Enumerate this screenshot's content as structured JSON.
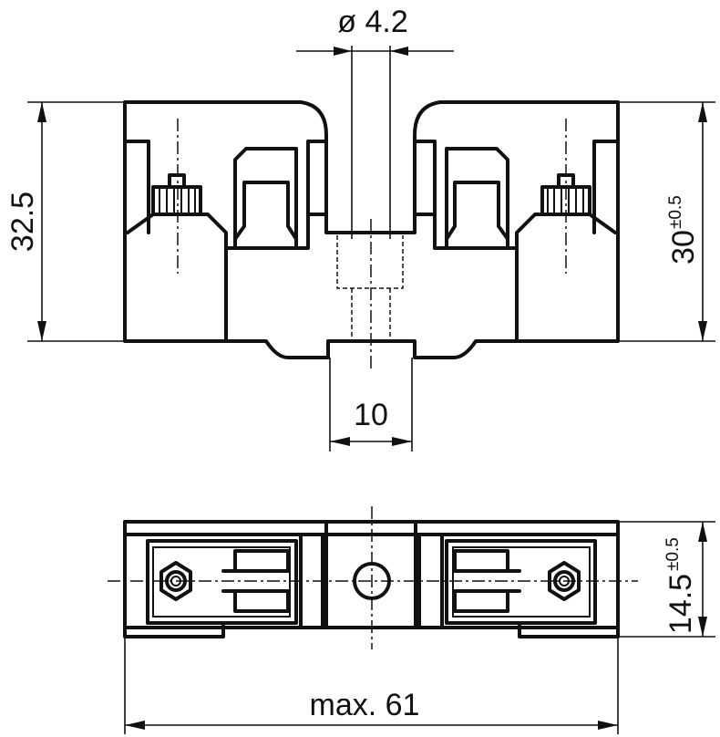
{
  "dimensions": {
    "hole_diameter": "ø 4.2",
    "width_center": "10",
    "overall_height": "32.5",
    "height_main": "30",
    "height_main_tolerance": "±0.5",
    "depth": "14.5",
    "depth_tolerance": "±0.5",
    "overall_length": "max. 61"
  }
}
